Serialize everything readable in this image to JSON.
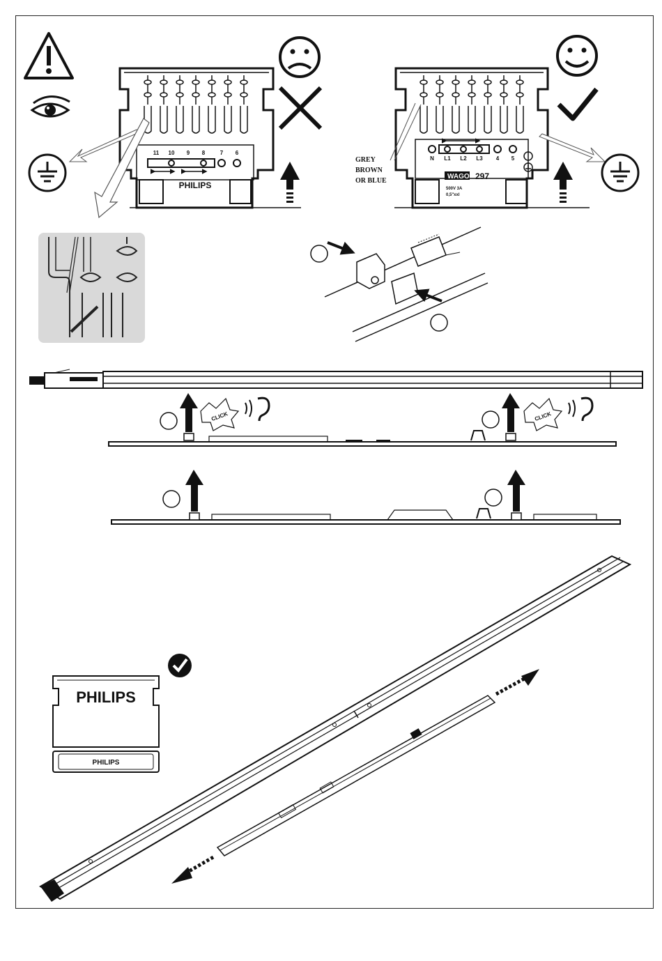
{
  "wrong_connector": {
    "terminals": [
      "11",
      "10",
      "9",
      "8",
      "7",
      "6"
    ],
    "brand": "PHILIPS"
  },
  "right_connector": {
    "terminals": [
      "N",
      "L1",
      "L2",
      "L3",
      "4",
      "5"
    ],
    "brand": "WAGO",
    "model": "297",
    "rating_line1": "500V 3A",
    "rating_line2": "0,5\"xxl",
    "wire_colours": [
      "GREY",
      "BROWN",
      "OR BLUE"
    ]
  },
  "click_left": "CLICK",
  "click_right": "CLICK",
  "logo_large": "PHILIPS",
  "logo_small": "PHILIPS",
  "icons": [
    "warning-icon",
    "eye-icon",
    "earth-icon",
    "sad-face-icon",
    "happy-face-icon",
    "cross-icon",
    "check-icon",
    "ear-icon"
  ]
}
